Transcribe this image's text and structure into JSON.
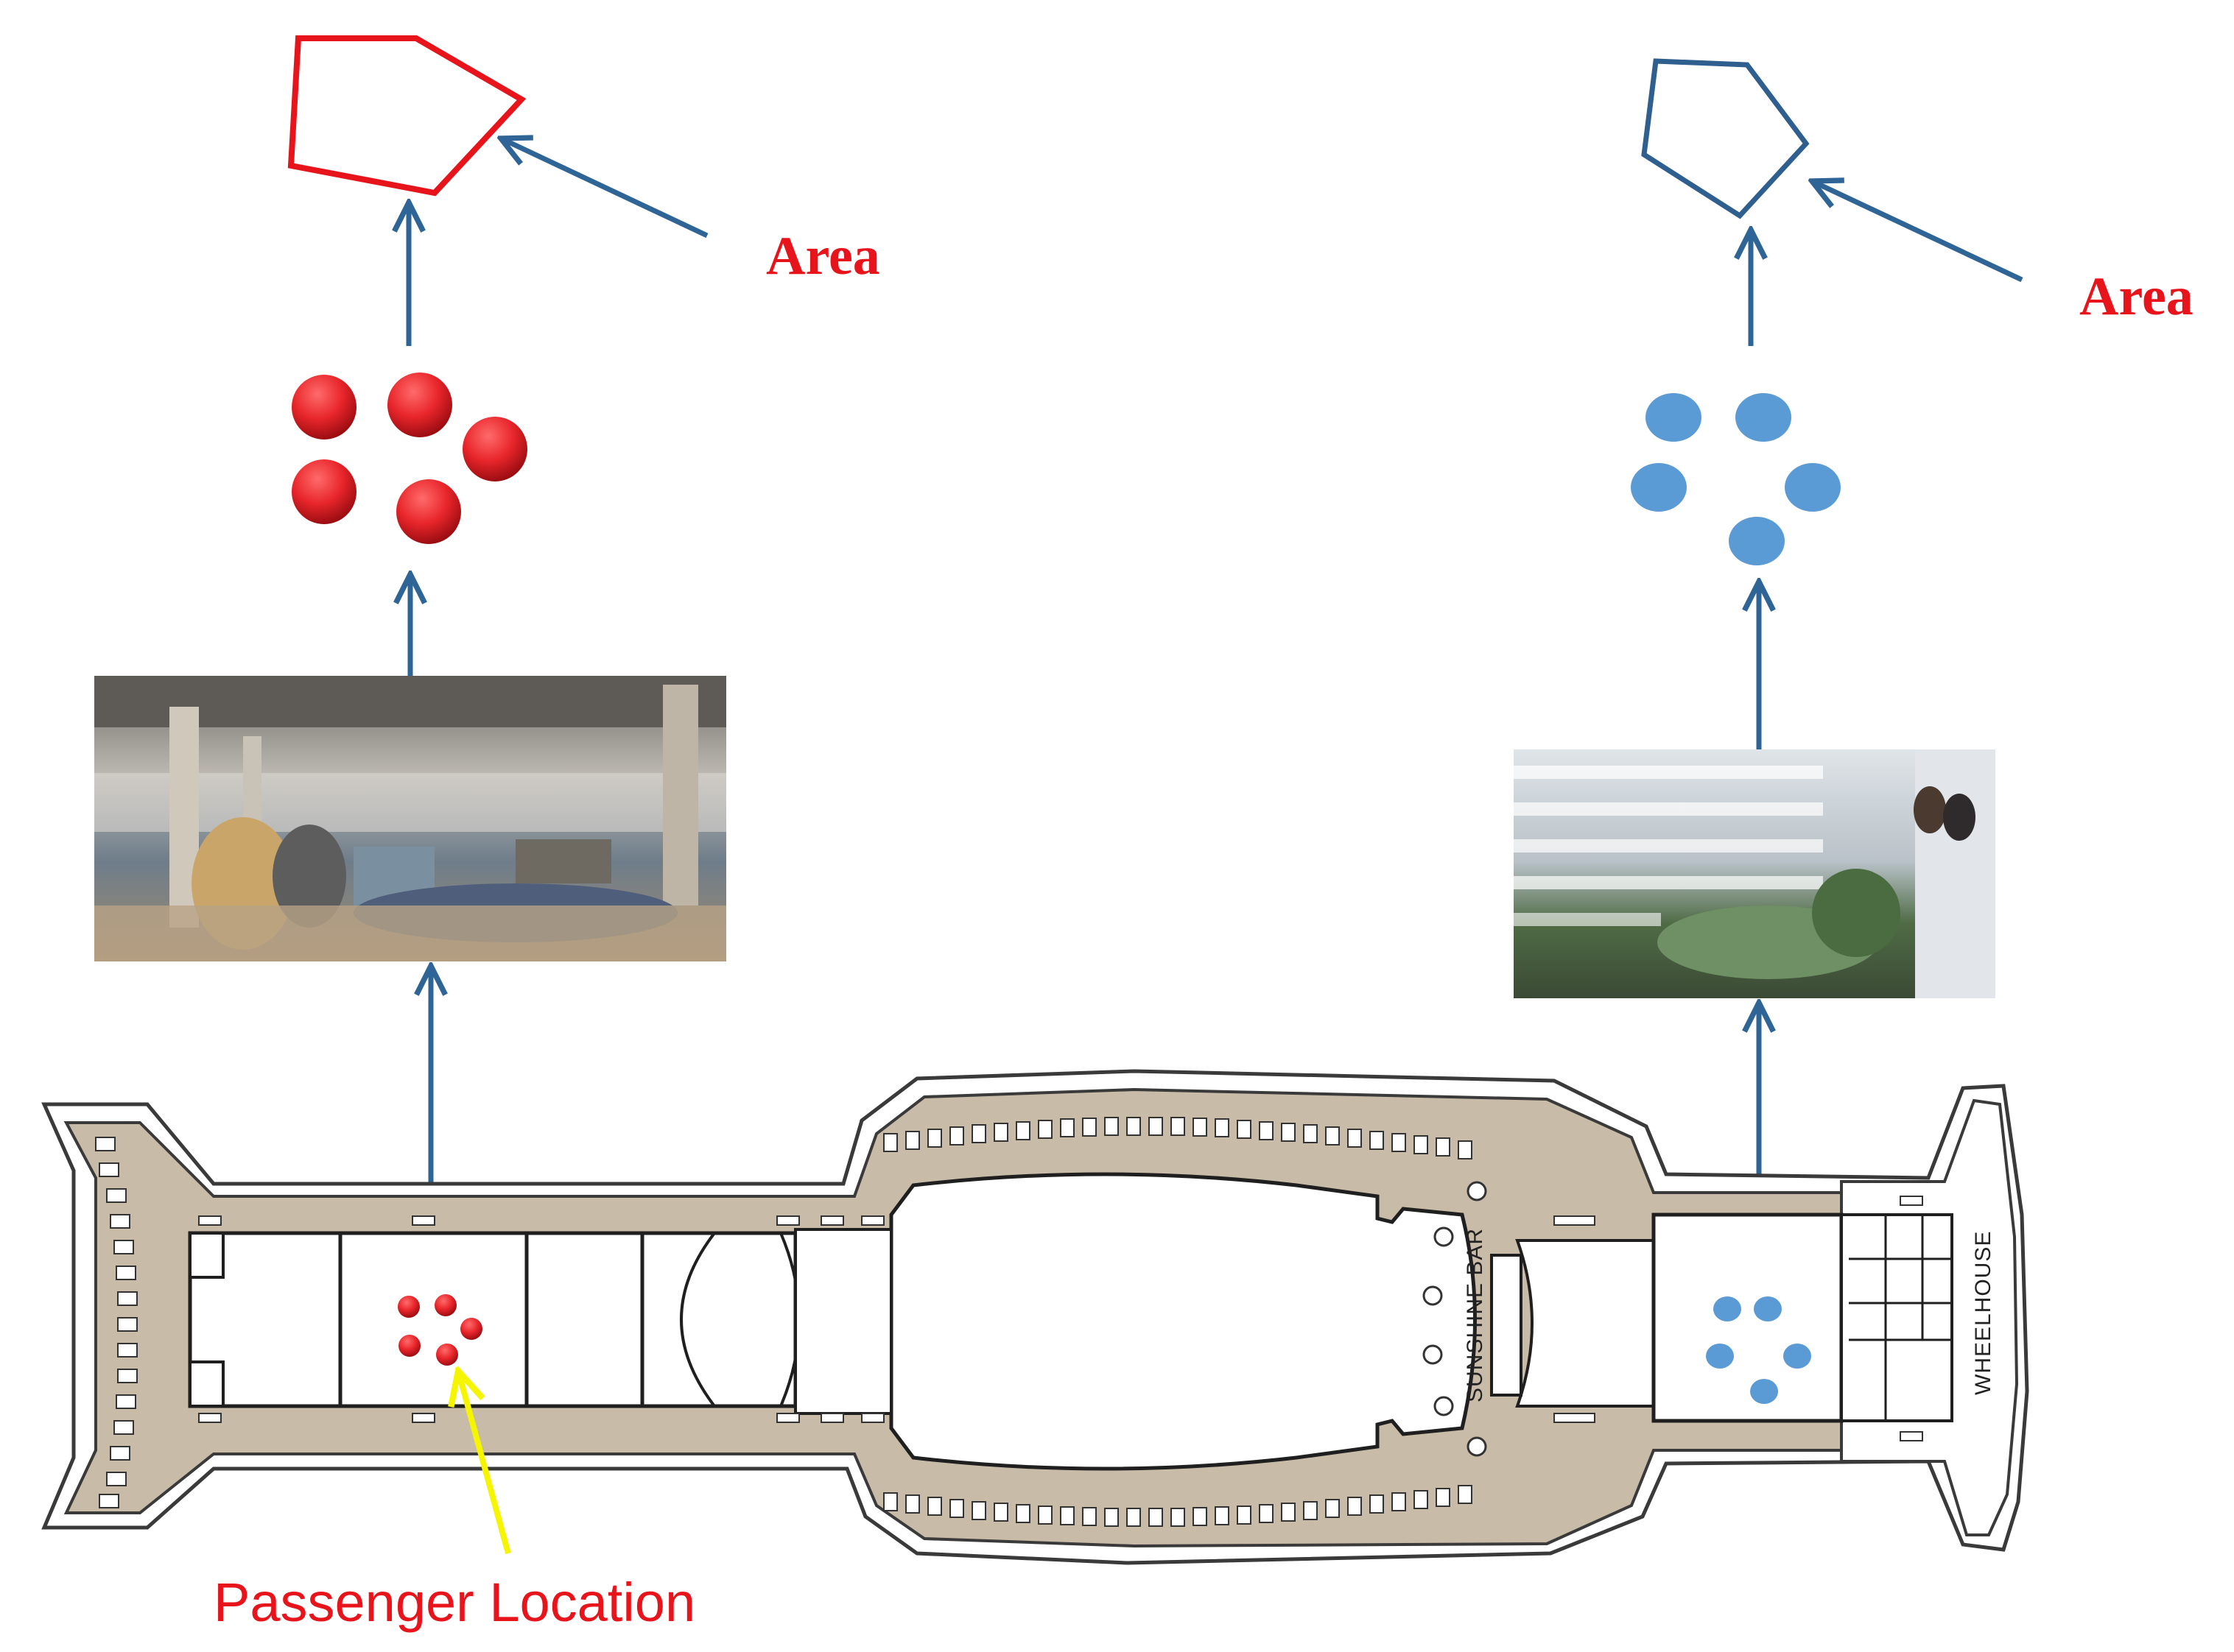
{
  "labels": {
    "area_left": "Area",
    "area_right": "Area",
    "passenger_location": "Passenger Location",
    "deck_sunshine_bar": "SUNSHINE BAR",
    "deck_wheelhouse": "WHEELHOUSE"
  },
  "colors": {
    "red": "#e8141c",
    "blue_outline": "#2f5f8f",
    "blue_dot": "#5b9bd5",
    "arrow_blue": "#2e6496",
    "yellow": "#f5f500",
    "deck_tan": "#c8bba7",
    "deck_outline": "#3a3a3a"
  },
  "icons": {
    "photo_left": "ship-lounge-photo",
    "photo_right": "ship-atrium-photo",
    "deck_plan": "ship-deck-plan"
  }
}
